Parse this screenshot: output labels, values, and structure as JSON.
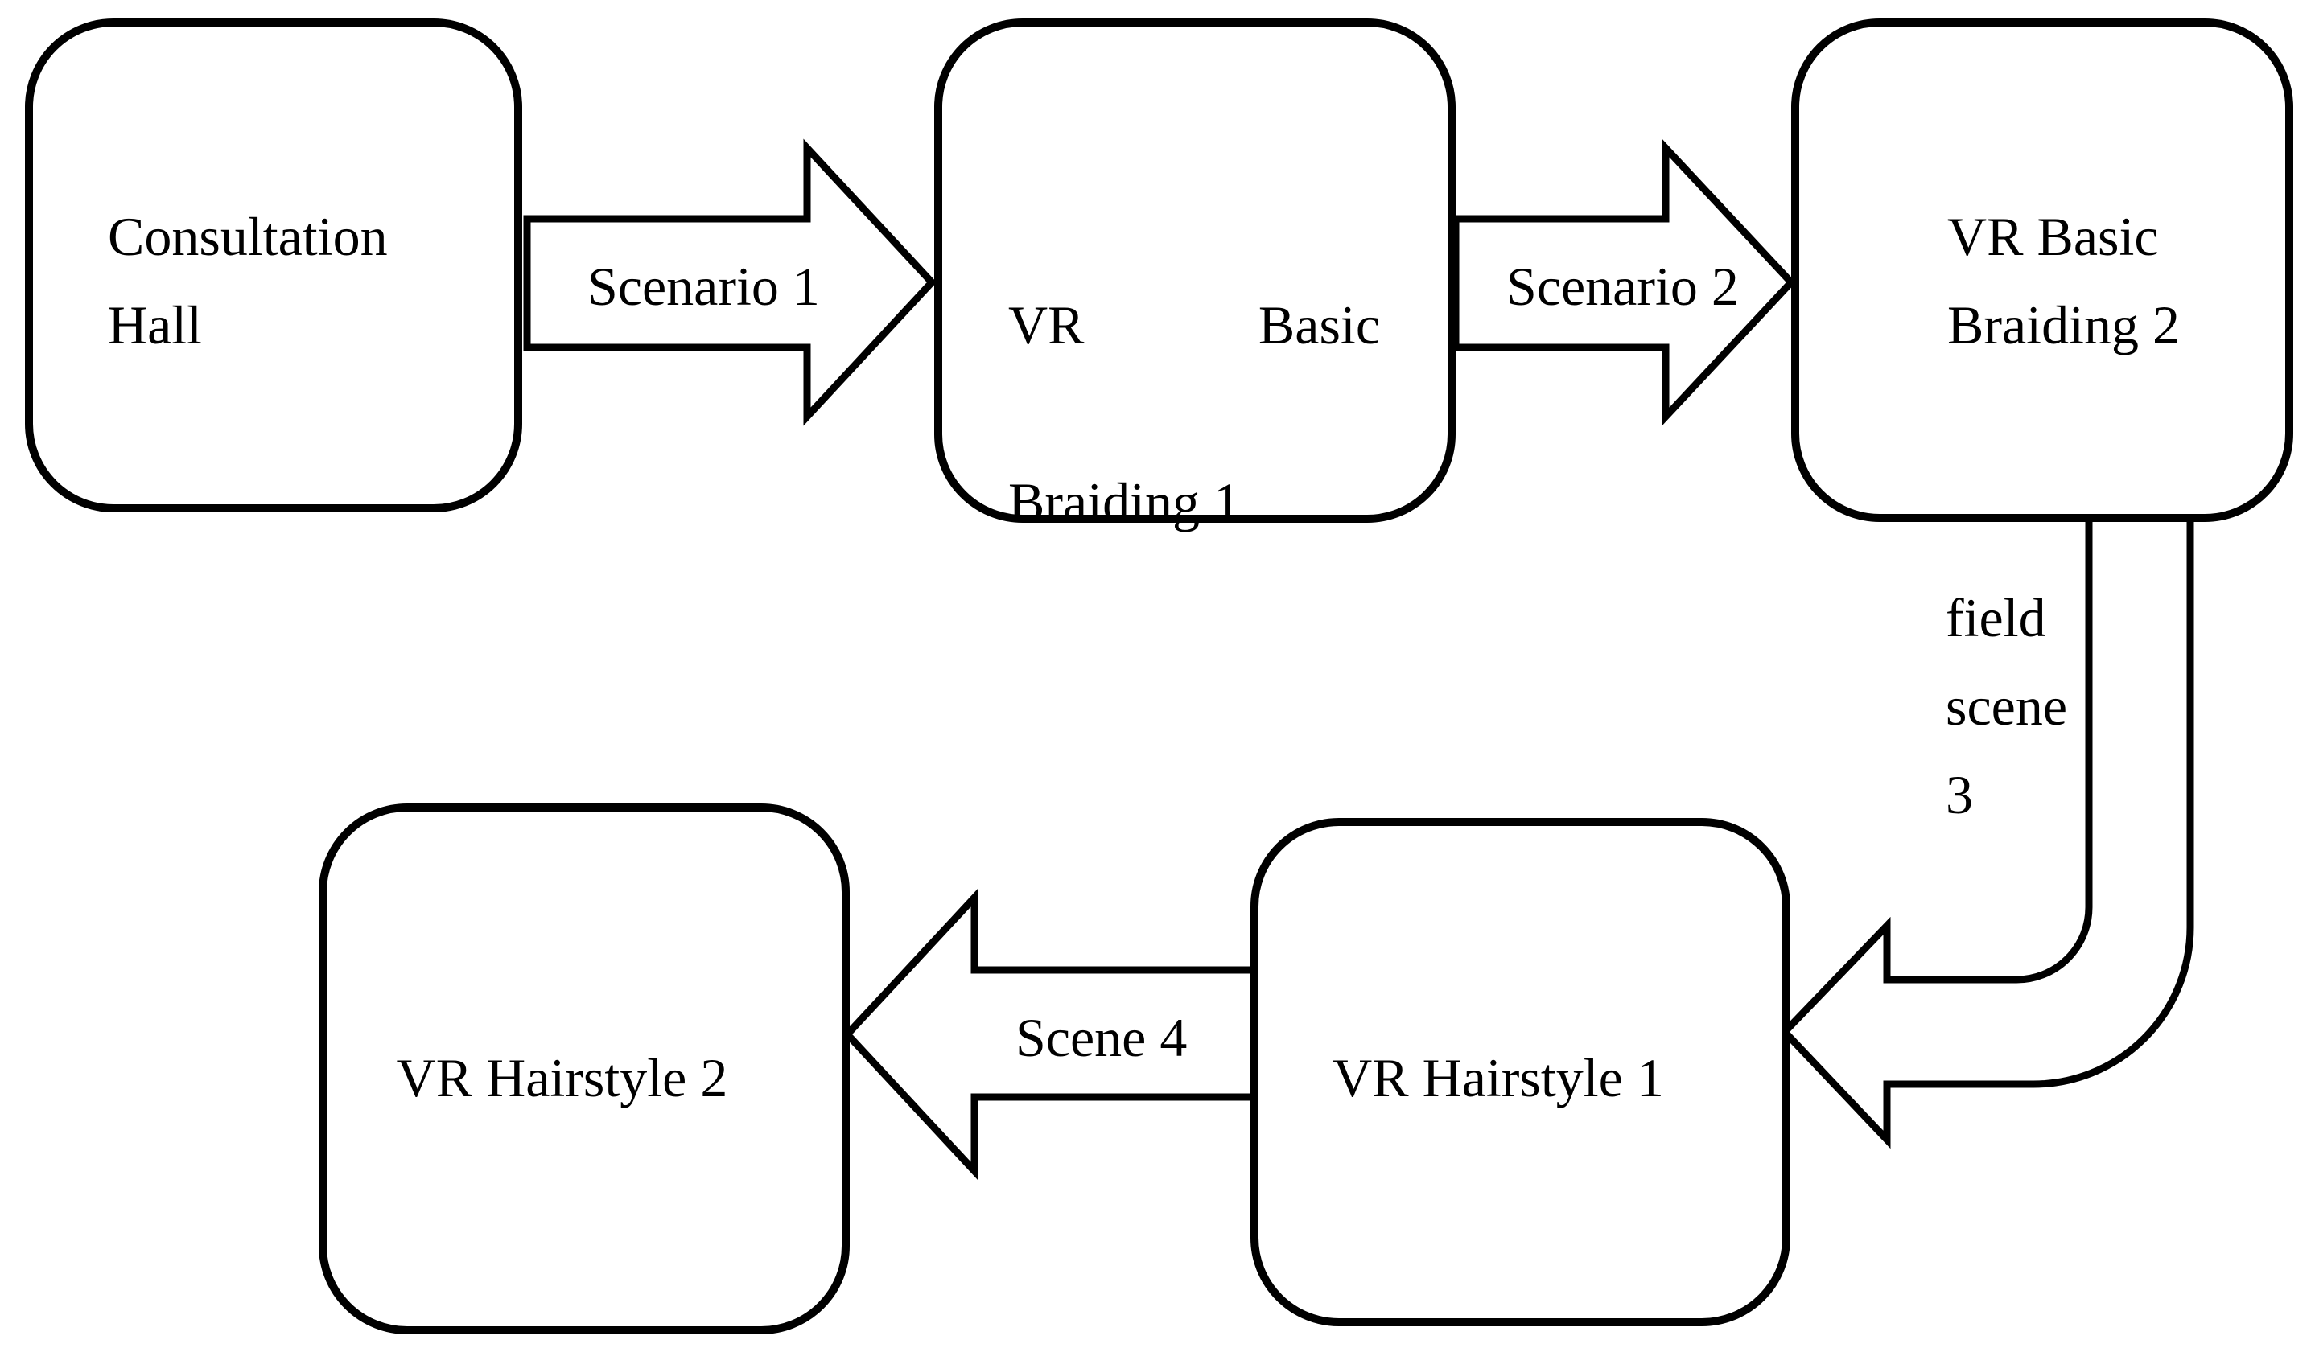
{
  "nodes": {
    "consultation_hall": {
      "label": "Consultation\nHall"
    },
    "vr_basic_braiding_1": {
      "word1": "VR",
      "word2": "Basic",
      "line2": "Braiding 1"
    },
    "vr_basic_braiding_2": {
      "label": "VR Basic\nBraiding 2"
    },
    "vr_hairstyle_1": {
      "label": "VR Hairstyle 1"
    },
    "vr_hairstyle_2": {
      "label": "VR Hairstyle 2"
    }
  },
  "connectors": {
    "scenario_1": {
      "label": "Scenario 1"
    },
    "scenario_2": {
      "label": "Scenario 2"
    },
    "field_scene_3": {
      "label": "field\nscene\n3"
    },
    "scene_4": {
      "label": "Scene 4"
    }
  },
  "colors": {
    "line": "#000000",
    "fill": "#ffffff",
    "text": "#000000"
  }
}
